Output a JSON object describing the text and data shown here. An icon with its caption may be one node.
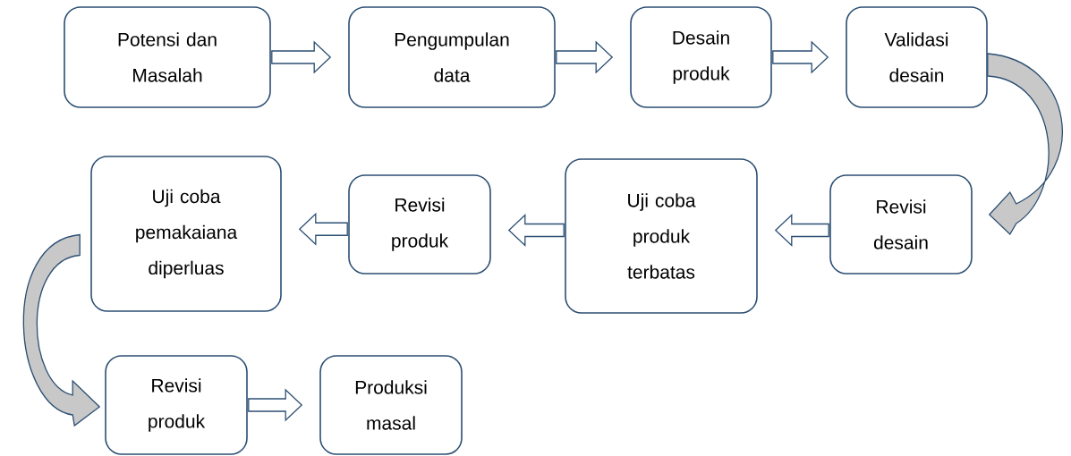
{
  "diagram": {
    "nodes": [
      {
        "text": [
          "Potensi dan Masalah"
        ]
      },
      {
        "text": [
          "Pengumpulan data"
        ]
      },
      {
        "text": [
          "Desain produk"
        ]
      },
      {
        "text": [
          "Validasi desain"
        ]
      },
      {
        "text": [
          "Revisi desain"
        ]
      },
      {
        "text": [
          "Uji coba produk terbatas"
        ]
      },
      {
        "text": [
          "Revisi produk"
        ]
      },
      {
        "text": [
          "Uji coba pemakaiana diperluas"
        ]
      },
      {
        "text": [
          "Revisi produk"
        ]
      },
      {
        "text": [
          "Produksi masal"
        ]
      }
    ],
    "edges": [
      {
        "from": 0,
        "to": 1,
        "arrow": "to"
      },
      {
        "from": 1,
        "to": 2,
        "arrow": "to"
      },
      {
        "from": 2,
        "to": 3,
        "arrow": "to"
      },
      {
        "from": 3,
        "to": 4,
        "arrow": "to"
      },
      {
        "from": 4,
        "to": 5,
        "arrow": "to"
      },
      {
        "from": 5,
        "to": 6,
        "arrow": "to"
      },
      {
        "from": 6,
        "to": 7,
        "arrow": "to"
      },
      {
        "from": 7,
        "to": 8,
        "arrow": "to"
      },
      {
        "from": 8,
        "to": 9,
        "arrow": "to"
      }
    ]
  }
}
